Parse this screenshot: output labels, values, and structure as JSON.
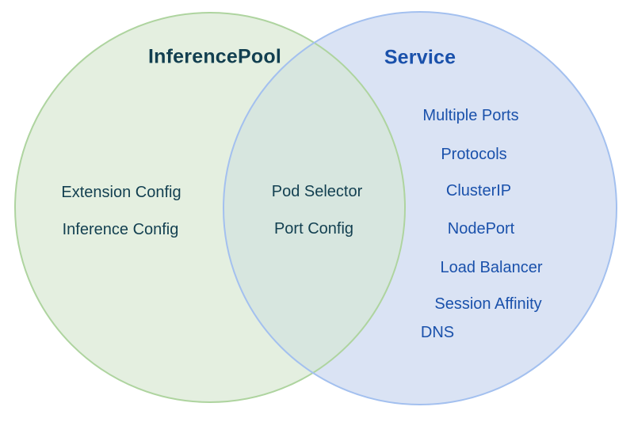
{
  "diagram": {
    "background": "#ffffff",
    "left_circle": {
      "label": "InferencePool",
      "fill": "#e4efe0",
      "stroke": "#aed49f",
      "text_color": "#123f50",
      "items": [
        "Extension Config",
        "Inference Config"
      ]
    },
    "right_circle": {
      "label": "Service",
      "fill": "#dae3f4",
      "stroke": "#a3c0ef",
      "text_color": "#1a51ab",
      "items": [
        "Multiple Ports",
        "Protocols",
        "ClusterIP",
        "NodePort",
        "Load Balancer",
        "Session Affinity",
        "DNS"
      ]
    },
    "overlap": {
      "fill": "#d7e6df",
      "items": [
        "Pod Selector",
        "Port Config"
      ]
    }
  }
}
